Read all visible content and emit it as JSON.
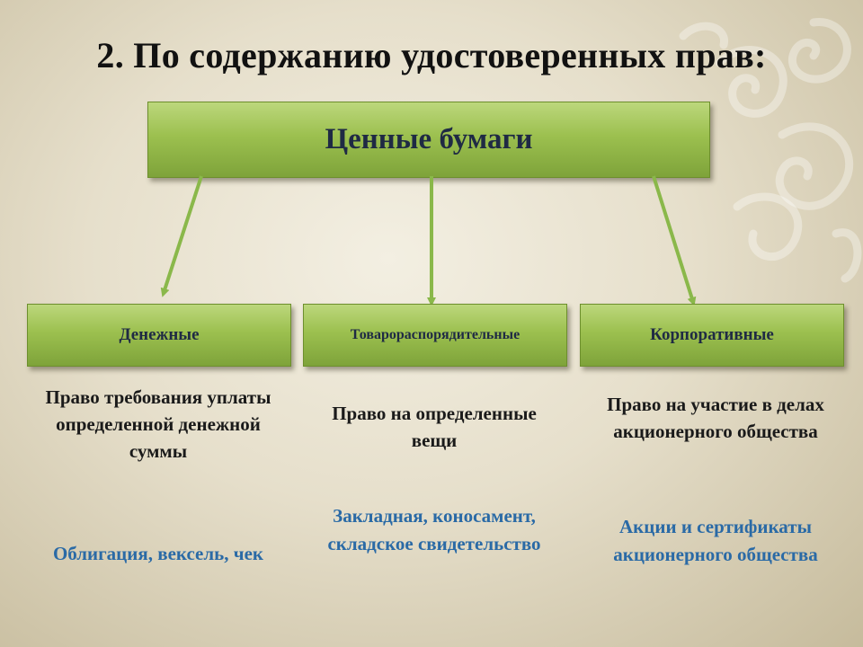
{
  "title": "2. По содержанию удостоверенных прав:",
  "root": "Ценные бумаги",
  "categories": [
    {
      "label": "Денежные",
      "description": "Право требования уплаты определенной денежной суммы",
      "examples": "Облигация, вексель, чек"
    },
    {
      "label": "Товарораспорядительные",
      "description": "Право на определенные вещи",
      "examples": "Закладная, коносамент, складское свидетельство"
    },
    {
      "label": "Корпоративные",
      "description": "Право на участие в делах акционерного общества",
      "examples": "Акции и сертификаты акционерного общества"
    }
  ],
  "colors": {
    "box_green": "#9cc04f",
    "box_text": "#1f2a44",
    "example_text": "#2a6aa6",
    "arrow": "#8ab84a",
    "background": "#e6dfcb"
  }
}
